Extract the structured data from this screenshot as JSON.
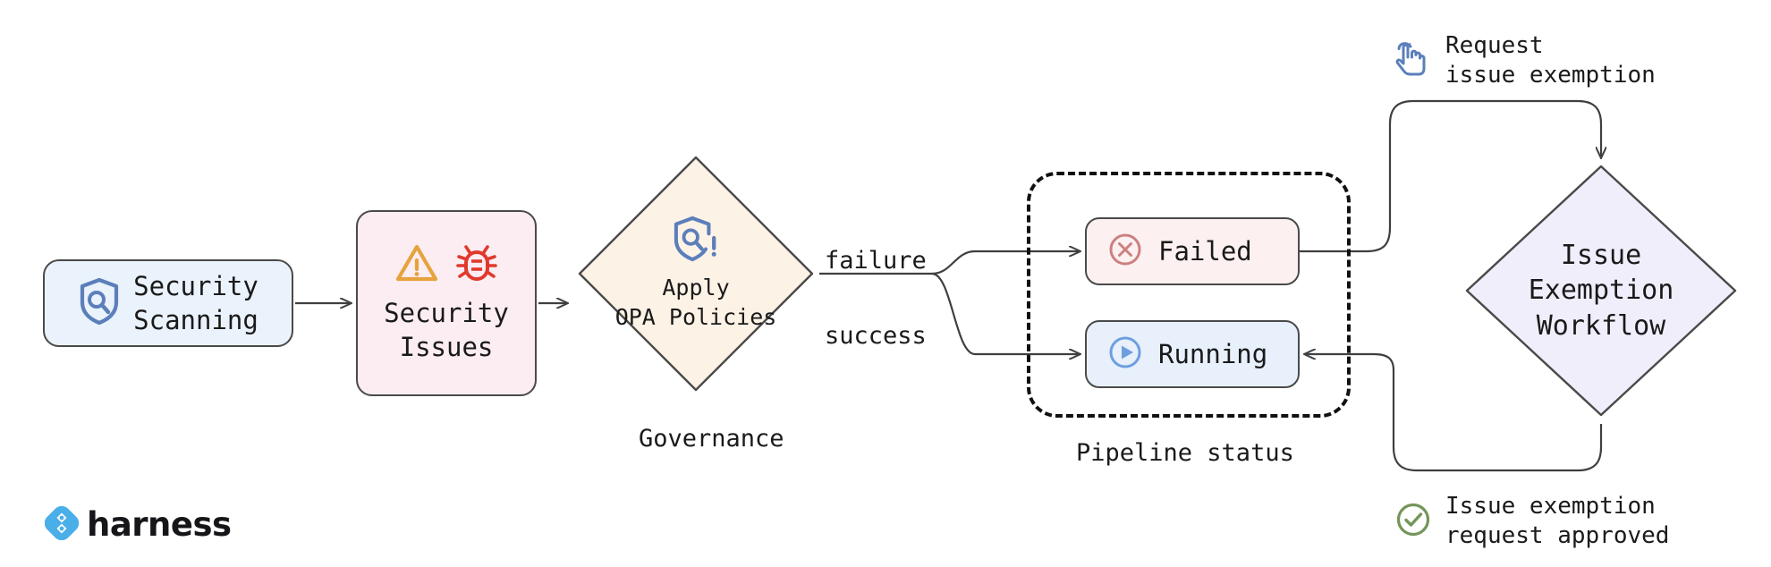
{
  "diagram": {
    "title": "Security scanning governance and issue exemption workflow",
    "background": "#ffffff"
  },
  "nodes": {
    "security_scanning": {
      "label": "Security\nScanning",
      "icon": "shield-scan-icon",
      "fill": "#eaf2fb",
      "stroke": "#4a4a4a"
    },
    "security_issues": {
      "label": "Security\nIssues",
      "icons": [
        "warning-triangle-icon",
        "bug-icon"
      ],
      "fill": "#fcedf3",
      "stroke": "#4a4a4a"
    },
    "governance_diamond": {
      "label": "Apply\nOPA Policies",
      "icon": "shield-policy-alert-icon",
      "fill": "#fdf2e6",
      "stroke": "#4a4a4a",
      "caption": "Governance"
    },
    "status_failed": {
      "label": "Failed",
      "icon": "x-circle-icon",
      "fill": "#fcf0f0",
      "icon_color": "#cc8080"
    },
    "status_running": {
      "label": "Running",
      "icon": "play-circle-icon",
      "fill": "#e7f0fb",
      "icon_color": "#6f9ee0"
    },
    "pipeline_status_group": {
      "caption": "Pipeline status",
      "border_style": "dashed"
    },
    "exemption_diamond": {
      "label": "Issue\nExemption\nWorkflow",
      "fill": "#f0eefb",
      "stroke": "#4a4a4a"
    }
  },
  "edges": {
    "failure_label": "failure",
    "success_label": "success"
  },
  "annotations": {
    "request": {
      "text": "Request\nissue exemption",
      "icon": "click-hand-icon",
      "icon_color": "#5b7fba"
    },
    "approved": {
      "text": "Issue exemption\nrequest approved",
      "icon": "check-circle-icon",
      "icon_color": "#73955a"
    }
  },
  "branding": {
    "logo_text": "harness",
    "logo_icon": "harness-logo-icon",
    "logo_color": "#4aaee8"
  },
  "colors": {
    "edge_stroke": "#3f3f3f",
    "text": "#1a1a1a",
    "warning": "#e6a33d",
    "bug": "#e03a2c",
    "shield_blue": "#5b7fba"
  }
}
